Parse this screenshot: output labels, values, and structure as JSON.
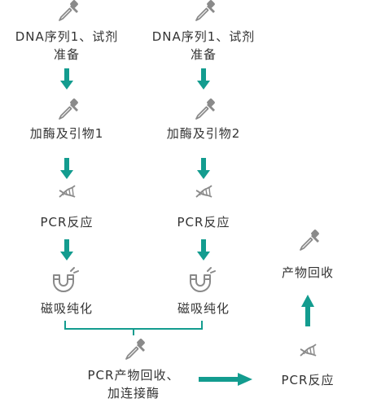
{
  "colors": {
    "accent": "#139C8F",
    "icon_gray": "#8A8A8A",
    "text": "#333333"
  },
  "left_column": {
    "step1_line1": "DNA序列1、试剂",
    "step1_line2": "准备",
    "step2": "加酶及引物1",
    "step3": "PCR反应",
    "step4": "磁吸纯化"
  },
  "right_column": {
    "step1_line1": "DNA序列1、试剂",
    "step1_line2": "准备",
    "step2": "加酶及引物2",
    "step3": "PCR反应",
    "step4": "磁吸纯化"
  },
  "merge": {
    "line1": "PCR产物回收、",
    "line2": "加连接酶"
  },
  "final_column": {
    "pcr": "PCR反应",
    "recover": "产物回收"
  },
  "icons": [
    "dropper-icon",
    "dna-icon",
    "magnet-icon"
  ]
}
